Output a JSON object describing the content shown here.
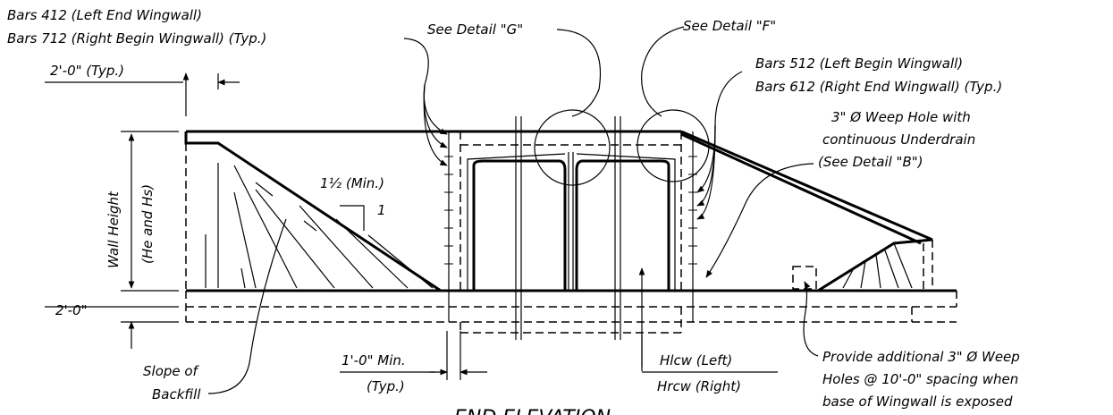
{
  "drawing": {
    "title": "END ELEVATION",
    "notes": {
      "bars_412": "Bars 412 (Left End Wingwall)",
      "bars_712": "Bars 712 (Right Begin Wingwall) (Typ.)",
      "see_detail_g": "See Detail \"G\"",
      "see_detail_f": "See Detail \"F\"",
      "bars_512": "Bars 512 (Left Begin Wingwall)",
      "bars_612": "Bars 612 (Right End Wingwall) (Typ.)",
      "weep_1": "3\" Ø Weep Hole with",
      "weep_2": "continuous Underdrain",
      "weep_3": "(See Detail \"B\")",
      "provide_1": "Provide additional 3\" Ø Weep",
      "provide_2": "Holes @ 10'-0\" spacing when",
      "provide_3": "base of Wingwall is exposed",
      "slope_1": "Slope of",
      "slope_2": "Backfill",
      "min_1": "1'-0\" Min.",
      "min_2": "(Typ.)",
      "hlcw": "Hlcw (Left)",
      "hrcw": "Hrcw (Right)"
    },
    "dims": {
      "typ_200": "2'-0\" (Typ.)",
      "wall_height_1": "Wall Height",
      "wall_height_2": "(He and Hs)",
      "footing": "2'-0\"",
      "slope_run": "1½  (Min.)",
      "slope_rise": "1"
    }
  }
}
